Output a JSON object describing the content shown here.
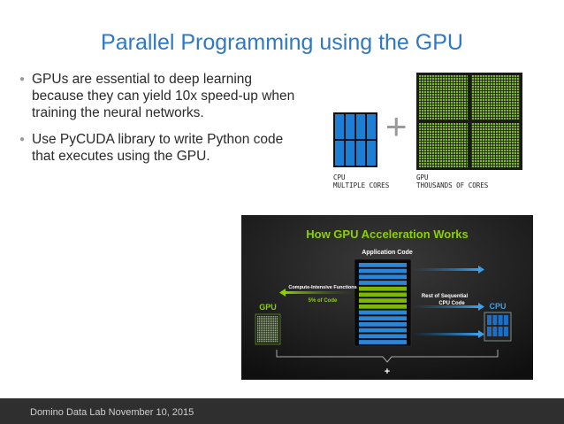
{
  "slide": {
    "title": "Parallel Programming using the GPU",
    "bullets": [
      "GPUs are essential to deep learning because they can yield 10x speed-up when training the neural networks.",
      "Use PyCUDA library to write Python code that executes using the GPU."
    ]
  },
  "cores_diagram": {
    "cpu_label_1": "CPU",
    "cpu_label_2": "MULTIPLE CORES",
    "gpu_label_1": "GPU",
    "gpu_label_2": "THOUSANDS OF CORES",
    "plus": "+"
  },
  "accel_diagram": {
    "title": "How GPU Acceleration Works",
    "app_code": "Application Code",
    "compute_fn": "Compute-Intensive Functions",
    "pct": "5% of Code",
    "rest_1": "Rest of Sequential",
    "rest_2": "CPU Code",
    "gpu": "GPU",
    "cpu": "CPU",
    "plus": "+"
  },
  "footer": {
    "text": "Domino Data Lab   November 10, 2015"
  },
  "colors": {
    "title_blue": "#2f78c4",
    "cpu_blue": "#1b7fd6",
    "gpu_green": "#76b900",
    "footer_bg": "#2f2f2f"
  }
}
